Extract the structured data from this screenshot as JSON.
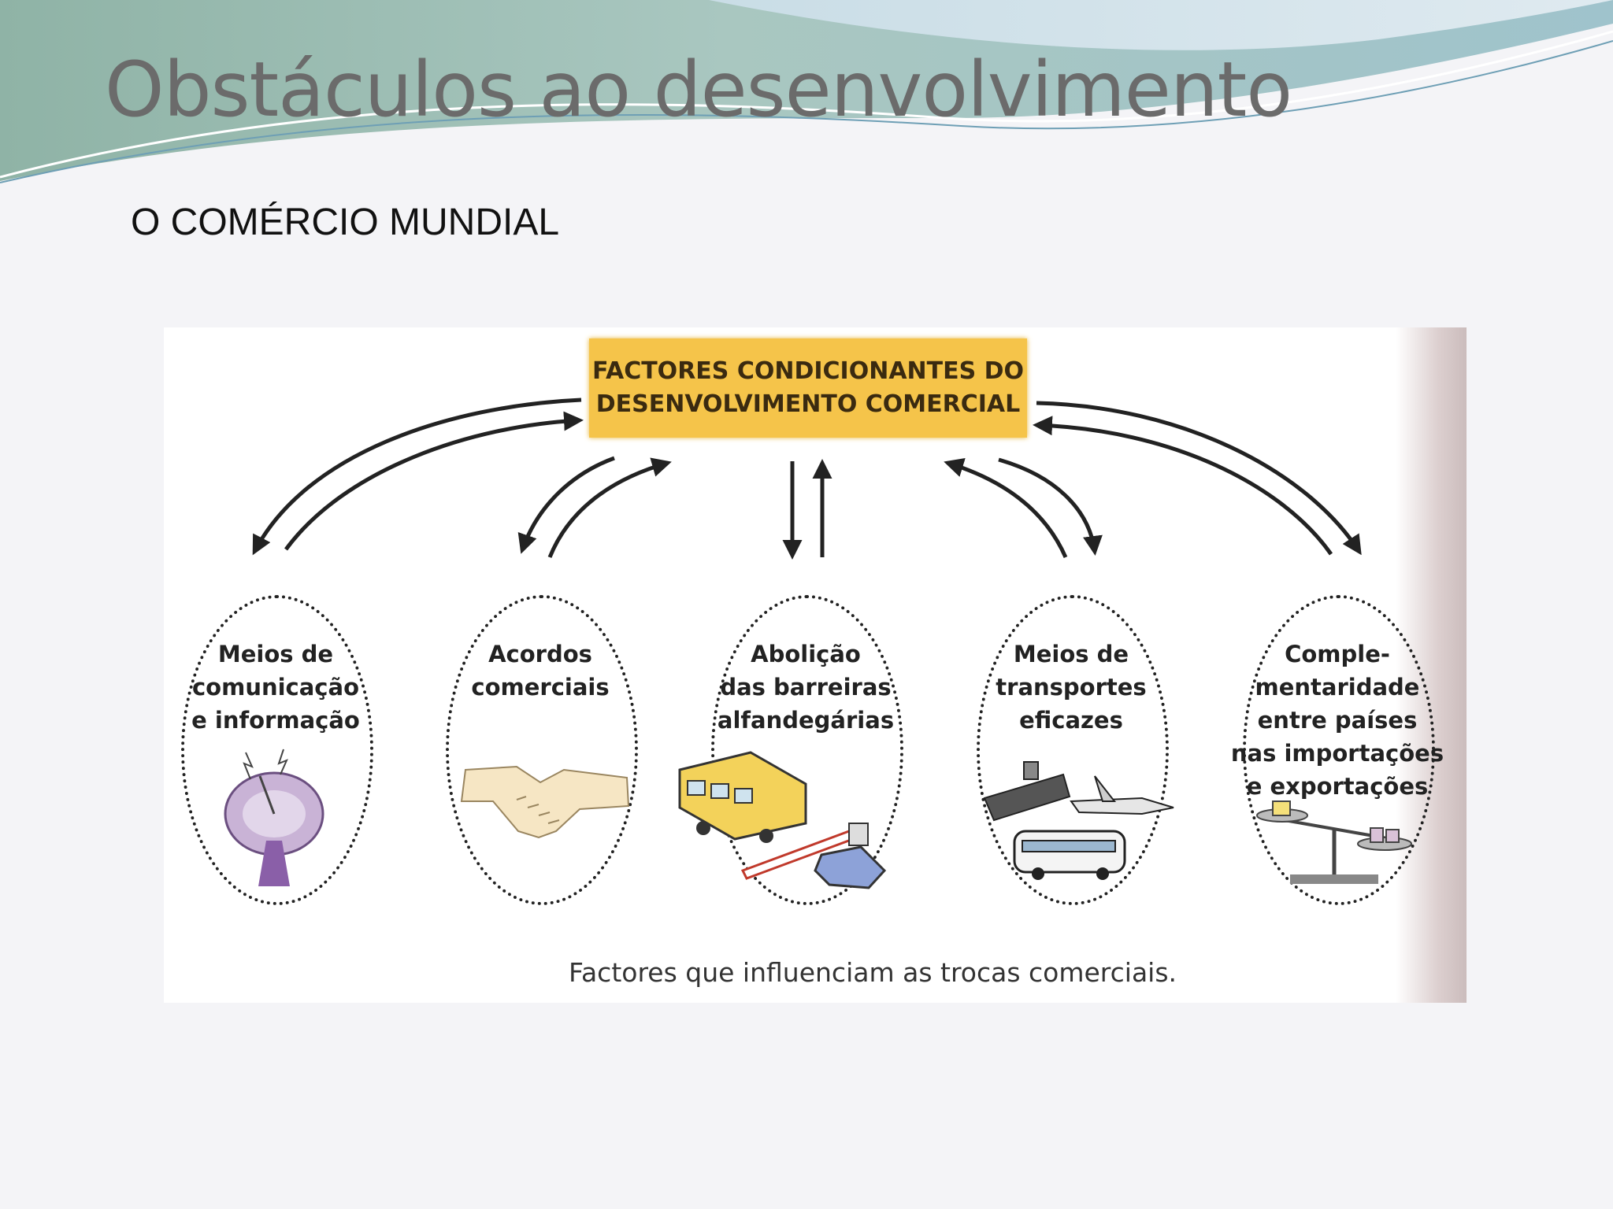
{
  "slide": {
    "title": "Obstáculos ao desenvolvimento",
    "subtitle": "O COMÉRCIO MUNDIAL"
  },
  "diagram": {
    "center": "FACTORES CONDICIONANTES DO\nDESENVOLVIMENTO COMERCIAL",
    "nodes": [
      {
        "label": "Meios de\ncomunicação\ne informação",
        "icon": "satellite-dish-icon"
      },
      {
        "label": "Acordos\ncomerciais",
        "icon": "handshake-icon"
      },
      {
        "label": "Abolição\ndas barreiras\nalfandegárias",
        "icon": "border-barrier-icon"
      },
      {
        "label": "Meios de\ntransportes\neficazes",
        "icon": "transport-icon"
      },
      {
        "label": "Comple-\nmentaridade\nentre países\nnas importações\ne exportações",
        "icon": "balance-scale-icon"
      }
    ],
    "caption": "Factores que influenciam as trocas comerciais."
  },
  "colors": {
    "title": "#6b6b6b",
    "center_box": "#f5c44a",
    "banner_teal": "#8fb8b4",
    "banner_blue": "#b9d6e2"
  }
}
